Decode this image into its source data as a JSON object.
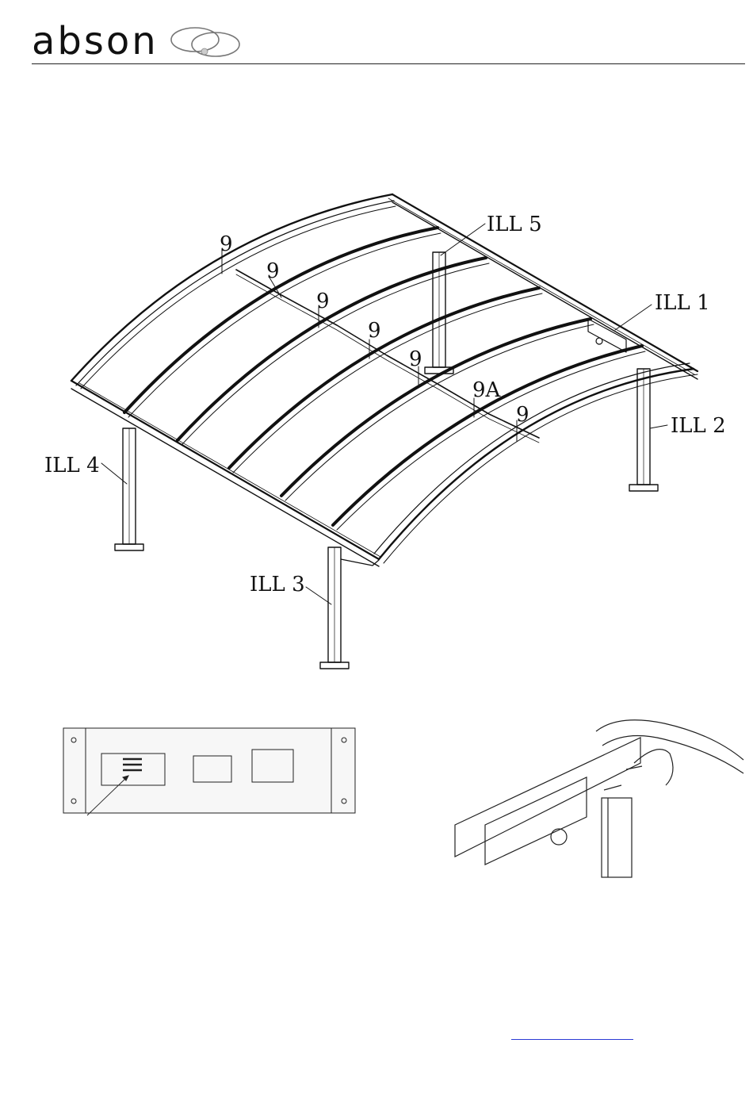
{
  "header": {
    "logo_text": "abson"
  },
  "callouts": {
    "ill5": "ILL 5",
    "ill1": "ILL 1",
    "ill2": "ILL 2",
    "ill3": "ILL 3",
    "ill4": "ILL 4",
    "part_a": "9",
    "part_b": "9",
    "part_c": "9",
    "part_d": "9",
    "part_e": "9",
    "part_f": "9",
    "part_9a": "9A"
  },
  "colors": {
    "ink": "#111111",
    "link": "#2b3bd6",
    "panel_fill": "#f7f7f7"
  }
}
